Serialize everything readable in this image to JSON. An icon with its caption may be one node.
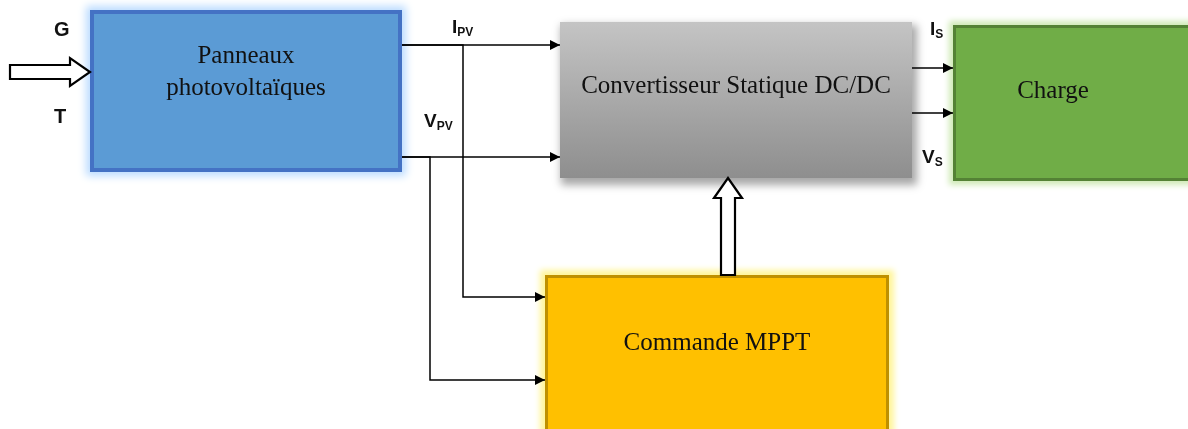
{
  "diagram": {
    "nodes": [
      {
        "text": [
          "Panneaux photovoltaïques"
        ]
      },
      {
        "text": [
          "Convertisseur Statique DC/DC"
        ]
      },
      {
        "text": [
          "Charge"
        ]
      },
      {
        "text": [
          "Commande MPPT"
        ]
      }
    ],
    "edges": [
      {
        "from": null,
        "to": 0,
        "arrow": "to",
        "style": "thick"
      },
      {
        "from": 0,
        "to": 1,
        "arrow": "to",
        "label": "I$_{PV}$"
      },
      {
        "from": 0,
        "to": 1,
        "arrow": "to",
        "label": "V$_{PV}$"
      },
      {
        "from": 0,
        "to": 3,
        "arrow": "to"
      },
      {
        "from": 0,
        "to": 3,
        "arrow": "to"
      },
      {
        "from": 3,
        "to": 1,
        "arrow": "to",
        "style": "thick"
      },
      {
        "from": 1,
        "to": 2,
        "arrow": "to",
        "label": "I$_{S}$"
      },
      {
        "from": 1,
        "to": 2,
        "arrow": "to",
        "label": "V$_{S}$"
      }
    ],
    "labels": [
      "G",
      "T"
    ]
  }
}
